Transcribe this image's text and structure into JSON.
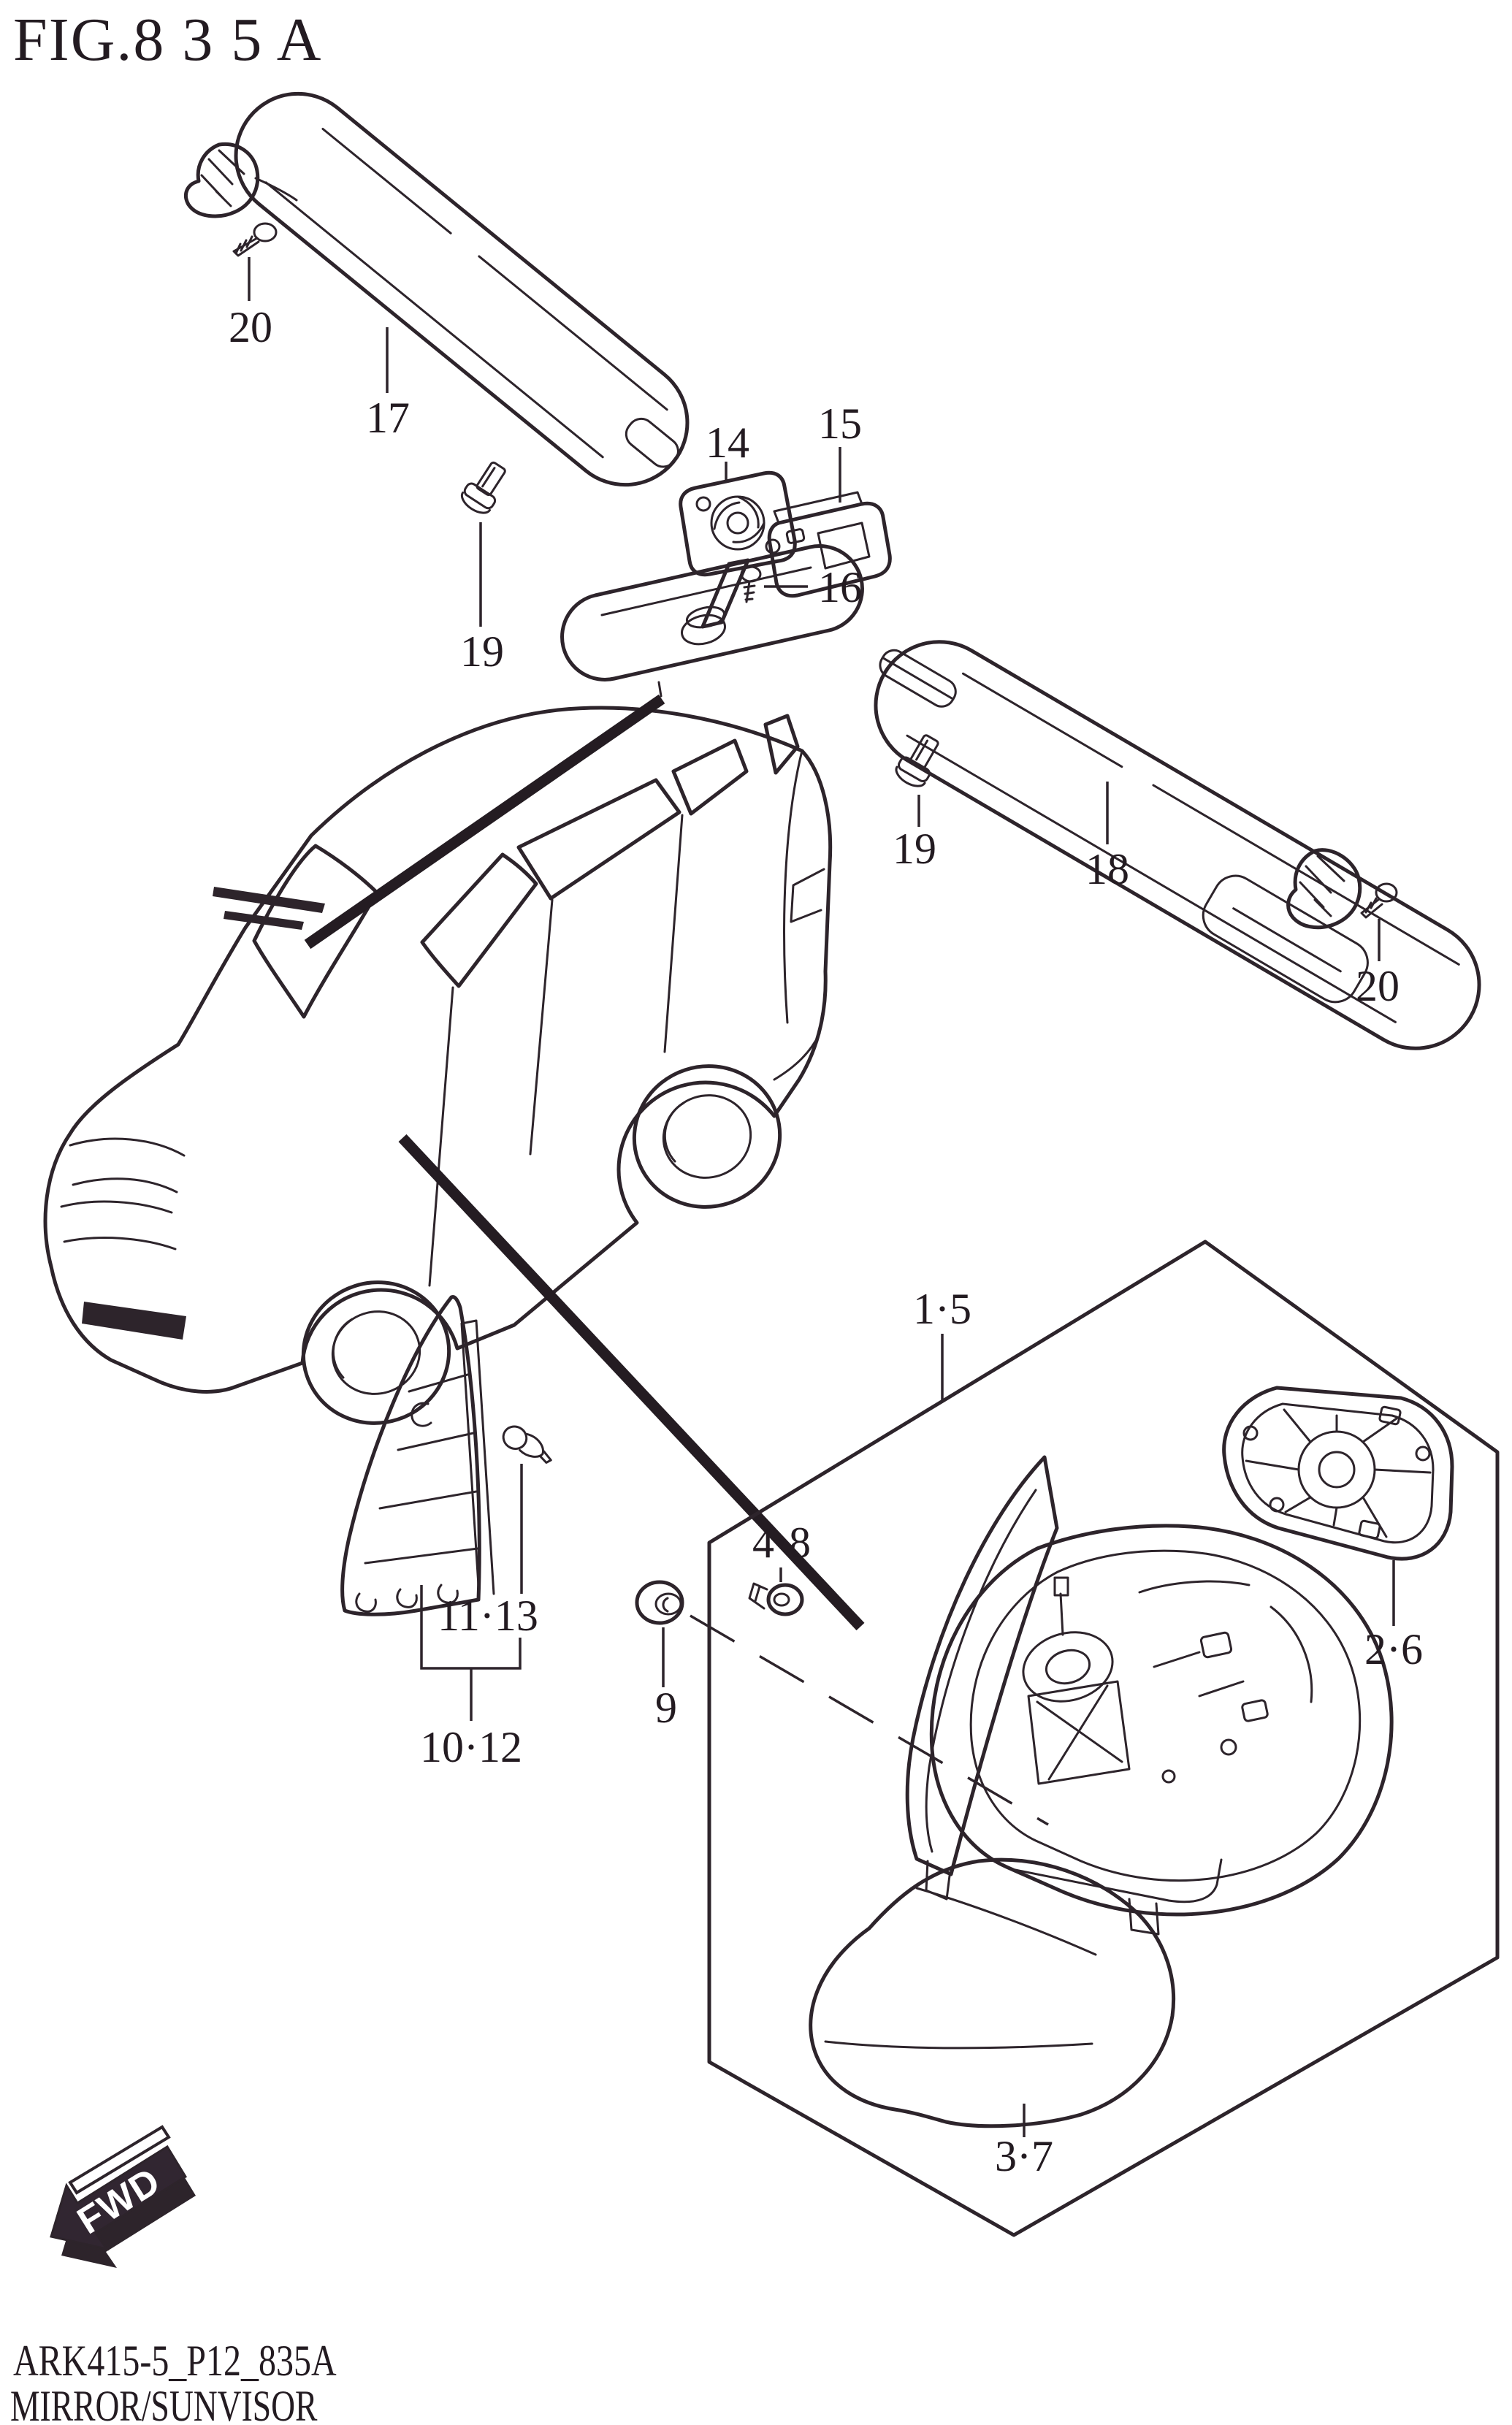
{
  "figure": {
    "title": "FIG.8 3 5 A",
    "footer_code": "ARK415-5_P12_835A",
    "footer_title": "MIRROR/SUNVISOR",
    "fwd_label": "FWD"
  },
  "colors": {
    "line": "#2d242b",
    "text": "#231b21",
    "background": "#ffffff",
    "fwd_fill": "#312631"
  },
  "callouts": [
    {
      "id": "20-left",
      "label": "20"
    },
    {
      "id": "17",
      "label": "17"
    },
    {
      "id": "19-left",
      "label": "19"
    },
    {
      "id": "14",
      "label": "14"
    },
    {
      "id": "15",
      "label": "15"
    },
    {
      "id": "16",
      "label": "16"
    },
    {
      "id": "19-right",
      "label": "19"
    },
    {
      "id": "18",
      "label": "18"
    },
    {
      "id": "20-right",
      "label": "20"
    },
    {
      "id": "1-5",
      "label": "1·5"
    },
    {
      "id": "4-8",
      "label": "4·8"
    },
    {
      "id": "11-13",
      "label": "11·13"
    },
    {
      "id": "9",
      "label": "9"
    },
    {
      "id": "10-12",
      "label": "10·12"
    },
    {
      "id": "2-6",
      "label": "2·6"
    },
    {
      "id": "3-7",
      "label": "3·7"
    }
  ]
}
